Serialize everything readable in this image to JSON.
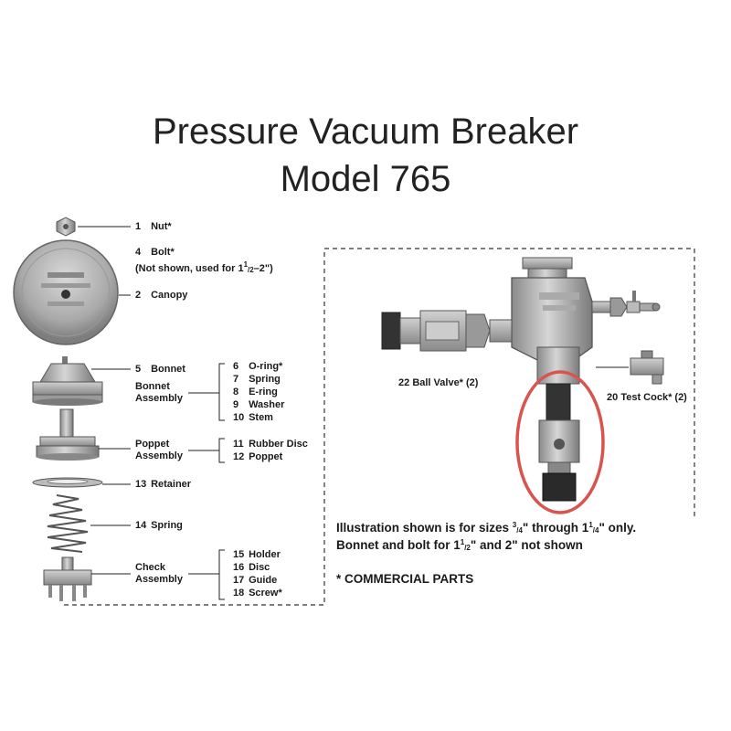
{
  "title": {
    "line1": "Pressure Vacuum Breaker",
    "line2": "Model 765"
  },
  "parts": {
    "nut": {
      "num": "1",
      "name": "Nut*"
    },
    "bolt": {
      "num": "4",
      "name": "Bolt*",
      "note": "(Not shown, used for 1",
      "note_sup": "1",
      "note_sub": "/2",
      "note_end": "–2\")"
    },
    "canopy": {
      "num": "2",
      "name": "Canopy"
    },
    "bonnet": {
      "num": "5",
      "name": "Bonnet"
    },
    "bonnet_assembly": {
      "line1": "Bonnet",
      "line2": "Assembly"
    },
    "oring": {
      "num": "6",
      "name": "O-ring*"
    },
    "spring_small": {
      "num": "7",
      "name": "Spring"
    },
    "ering": {
      "num": "8",
      "name": "E-ring"
    },
    "washer": {
      "num": "9",
      "name": "Washer"
    },
    "stem": {
      "num": "10",
      "name": "Stem"
    },
    "poppet_assembly": {
      "line1": "Poppet",
      "line2": "Assembly"
    },
    "rubber_disc": {
      "num": "11",
      "name": "Rubber Disc"
    },
    "poppet": {
      "num": "12",
      "name": "Poppet"
    },
    "retainer": {
      "num": "13",
      "name": "Retainer"
    },
    "spring": {
      "num": "14",
      "name": "Spring"
    },
    "check_assembly": {
      "line1": "Check",
      "line2": "Assembly"
    },
    "holder": {
      "num": "15",
      "name": "Holder"
    },
    "disc": {
      "num": "16",
      "name": "Disc"
    },
    "guide": {
      "num": "17",
      "name": "Guide"
    },
    "screw": {
      "num": "18",
      "name": "Screw*"
    },
    "ball_valve": {
      "num": "22",
      "name": "Ball Valve* (2)"
    },
    "test_cock": {
      "num": "20",
      "name": "Test Cock* (2)"
    }
  },
  "notes": {
    "line1_a": "Illustration shown is for sizes ",
    "line1_frac1_num": "3",
    "line1_frac1_den": "/4",
    "line1_b": "\" through 1",
    "line1_frac2_num": "1",
    "line1_frac2_den": "/4",
    "line1_c": "\" only.",
    "line2_a": "Bonnet and bolt for 1",
    "line2_frac_num": "1",
    "line2_frac_den": "/2",
    "line2_b": "\" and 2\" not shown",
    "commercial": "* COMMERCIAL PARTS"
  },
  "colors": {
    "highlight_circle": "#d9534f",
    "metal": "#b5b5b5",
    "metal_dark": "#6e6e6e"
  }
}
